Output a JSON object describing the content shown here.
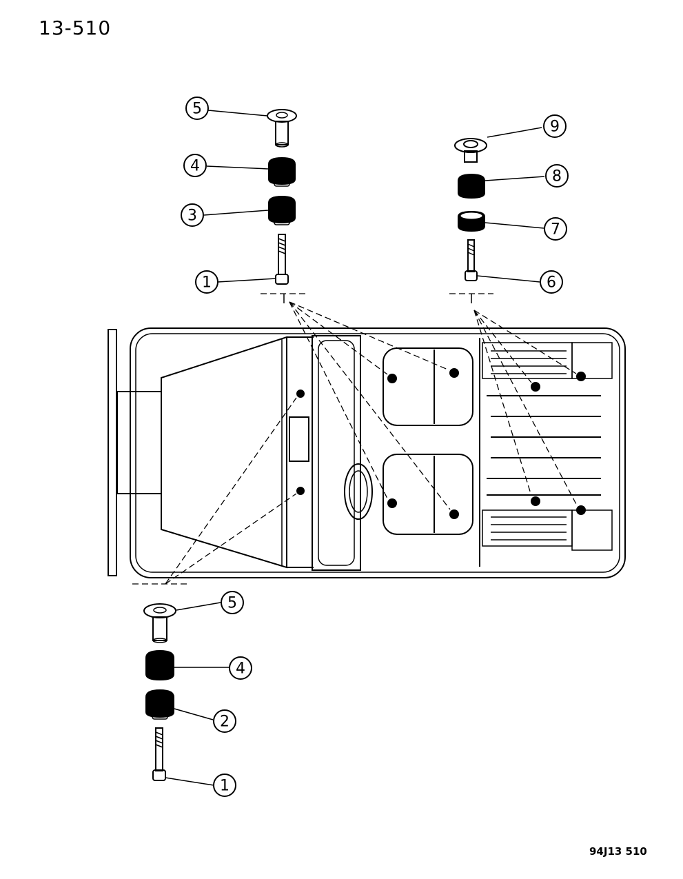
{
  "header": {
    "page_number": "13-510"
  },
  "footer": {
    "drawing_id": "94J13 510"
  },
  "callouts": {
    "front_left_stack": {
      "washer": "5",
      "upper_cushion": "4",
      "lower_cushion": "3",
      "bolt": "1"
    },
    "rear_right_stack": {
      "retainer": "9",
      "upper_cushion": "8",
      "spacer": "7",
      "bolt": "6"
    },
    "cowl_stack": {
      "washer": "5",
      "upper_cushion": "4",
      "lower_cushion": "2",
      "bolt": "1"
    }
  },
  "icons": {
    "washer": "washer-icon",
    "cushion": "rubber-cushion-icon",
    "bolt": "bolt-icon",
    "retainer": "retainer-icon",
    "spacer": "spacer-ring-icon",
    "mount_point": "mount-point-dot-icon"
  },
  "colors": {
    "ink": "#000000",
    "paper": "#ffffff"
  }
}
